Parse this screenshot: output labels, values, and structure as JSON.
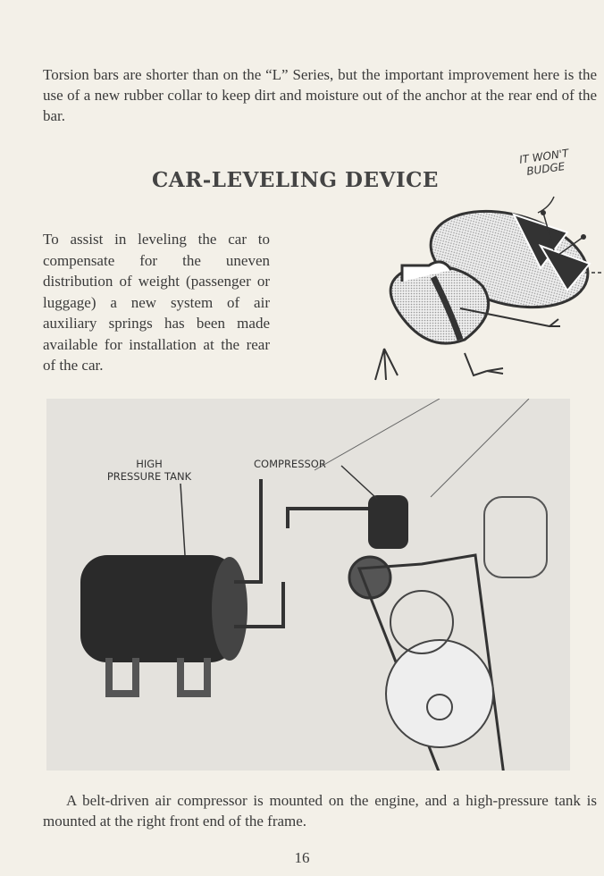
{
  "intro_paragraph": "Torsion bars are shorter than on the “L” Series, but the important improvement here is the use of a new rubber collar to keep dirt and moisture out of the anchor at the rear end of the bar.",
  "heading": "CAR-LEVELING DEVICE",
  "body_paragraph": "To assist in leveling the car to compensate for the uneven distribution of weight (passenger or luggage) a new system of air auxiliary springs has been made available for installation at the rear of the car.",
  "cartoon": {
    "speech_line1": "IT WON'T",
    "speech_line2": "BUDGE"
  },
  "figure": {
    "label_tank_line1": "HIGH",
    "label_tank_line2": "PRESSURE TANK",
    "label_compressor": "COMPRESSOR"
  },
  "caption": "A belt-driven air compressor is mounted on the engine, and a high-pressure tank is mounted at the right front end of the frame.",
  "page_number": "16"
}
